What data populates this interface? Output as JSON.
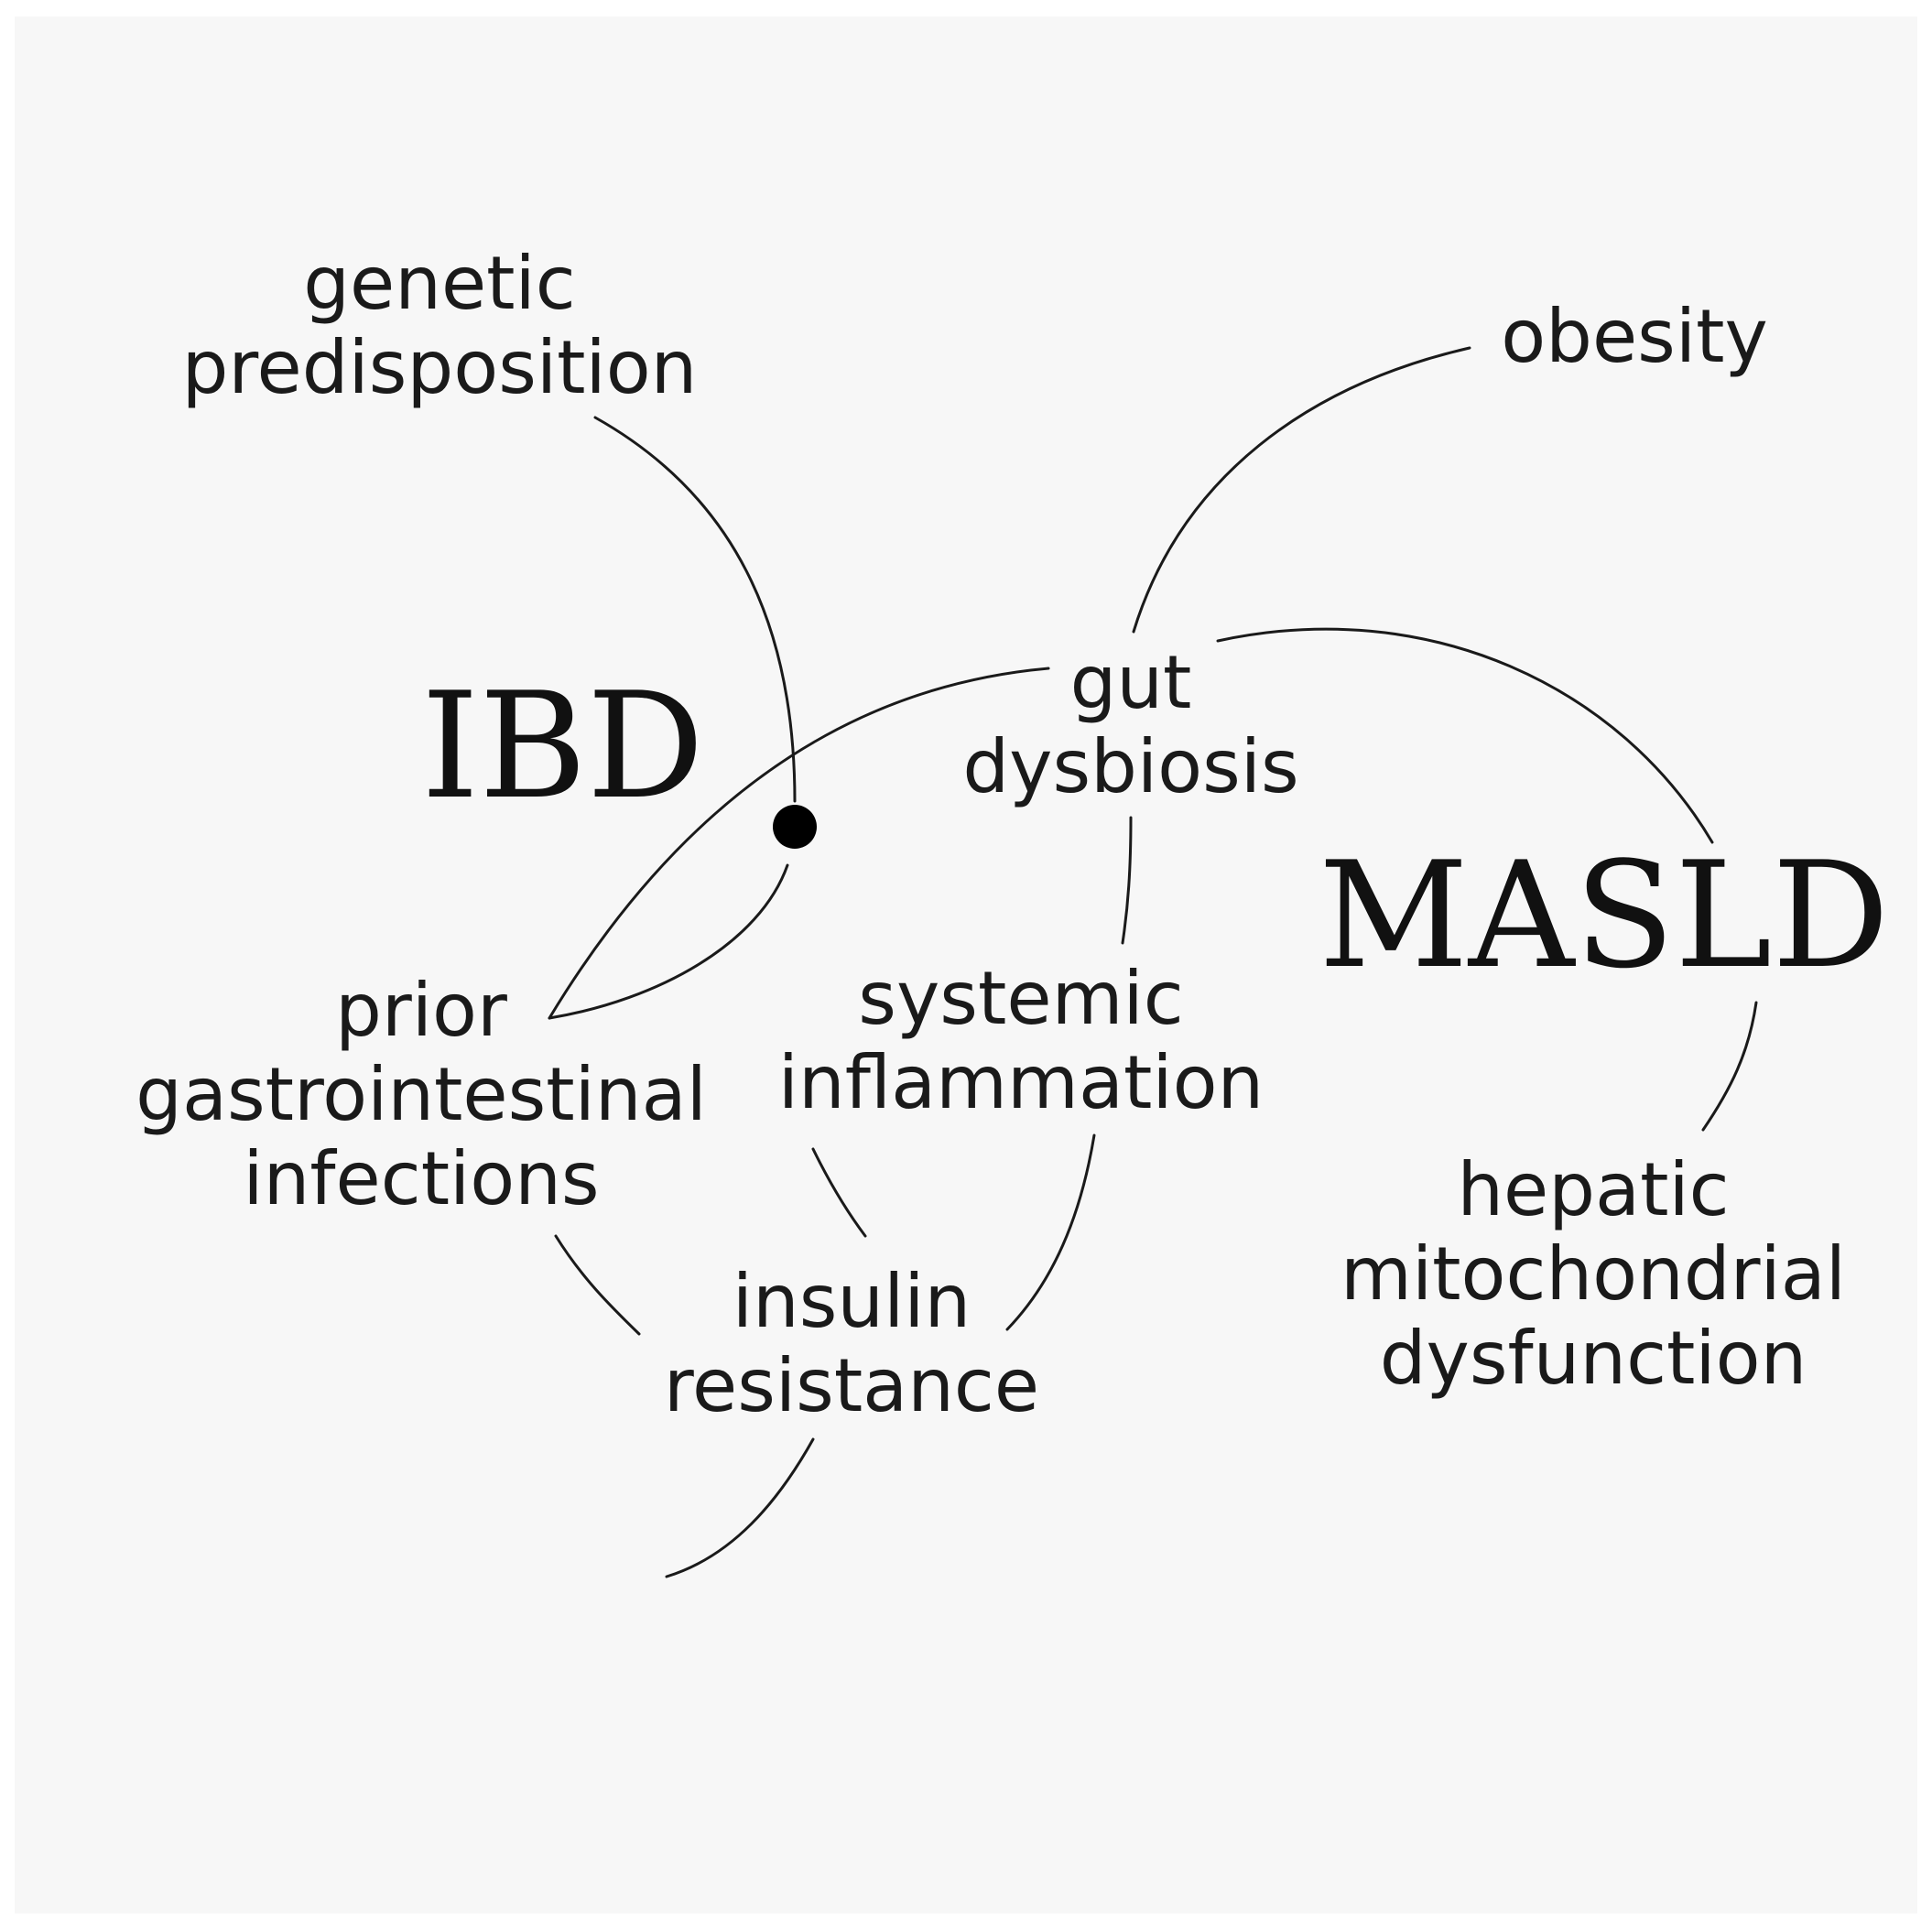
{
  "diagram": {
    "main_nodes": {
      "ibd": "IBD",
      "masld": "MASLD"
    },
    "factors": {
      "genetic_predisposition": [
        "genetic",
        "predisposition"
      ],
      "obesity": [
        "obesity"
      ],
      "gut_dysbiosis": [
        "gut",
        "dysbiosis"
      ],
      "prior_gi_infections": [
        "prior",
        "gastrointestinal",
        "infections"
      ],
      "systemic_inflammation": [
        "systemic",
        "inflammation"
      ],
      "insulin_resistance": [
        "insulin",
        "resistance"
      ],
      "hepatic_mitochondrial_dysfunction": [
        "hepatic",
        "mitochondrial",
        "dysfunction"
      ]
    },
    "colors": {
      "background": "#f7f7f7",
      "text": "#1a1a1a",
      "line": "#1a1a1a"
    }
  }
}
